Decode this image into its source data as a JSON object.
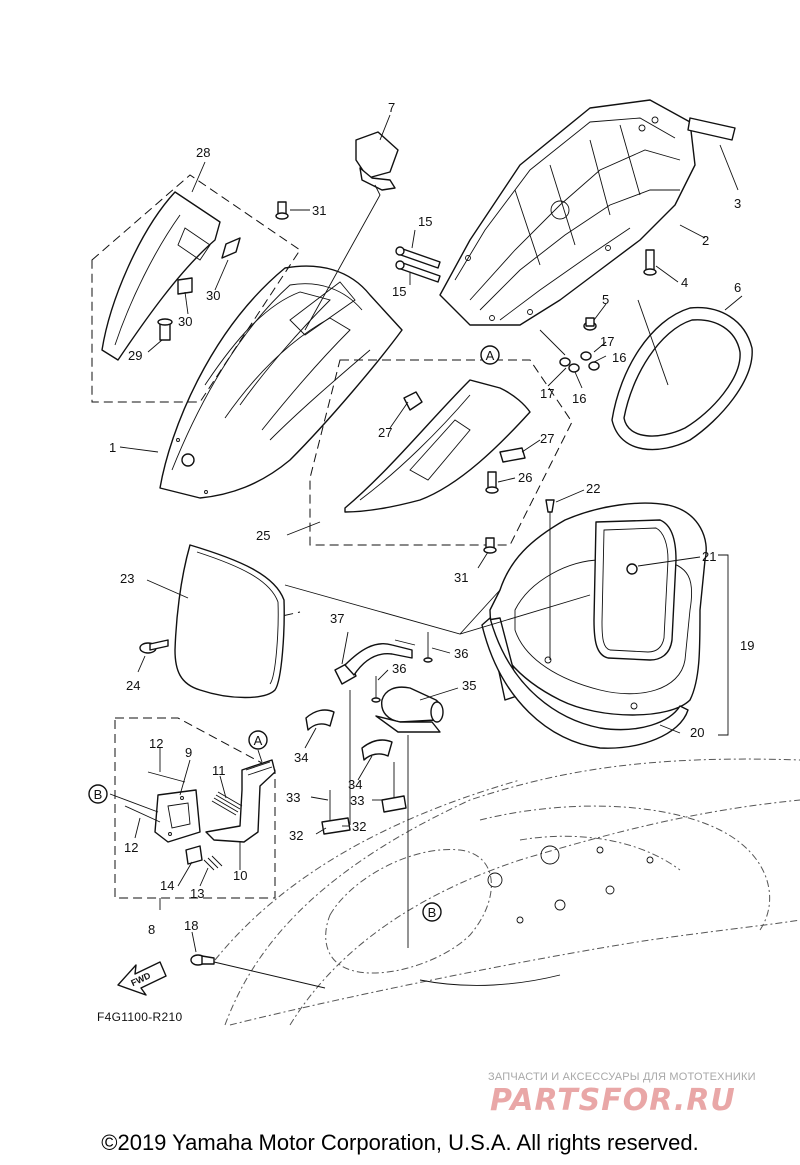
{
  "callouts": {
    "c1": "1",
    "c2": "2",
    "c3": "3",
    "c4": "4",
    "c5": "5",
    "c6": "6",
    "c7": "7",
    "c8": "8",
    "c9": "9",
    "c10": "10",
    "c11": "11",
    "c12a": "12",
    "c12b": "12",
    "c13": "13",
    "c14": "14",
    "c15a": "15",
    "c15b": "15",
    "c16a": "16",
    "c16b": "16",
    "c17a": "17",
    "c17b": "17",
    "c18": "18",
    "c19": "19",
    "c20": "20",
    "c21": "21",
    "c22": "22",
    "c23": "23",
    "c24": "24",
    "c25": "25",
    "c26": "26",
    "c27a": "27",
    "c27b": "27",
    "c28": "28",
    "c29": "29",
    "c30a": "30",
    "c30b": "30",
    "c31a": "31",
    "c31b": "31",
    "c32a": "32",
    "c32b": "32",
    "c33a": "33",
    "c33b": "33",
    "c34a": "34",
    "c34b": "34",
    "c35": "35",
    "c36a": "36",
    "c36b": "36",
    "c37": "37"
  },
  "refs": {
    "a1": "A",
    "a2": "A",
    "b1": "B",
    "b2": "B"
  },
  "fwd_label": "FWD",
  "diagram_code": "F4G1100-R210",
  "watermark": {
    "subtitle": "ЗАПЧАСТИ И АКСЕССУАРЫ ДЛЯ МОТОТЕХНИКИ",
    "logo": "PARTSFOR.RU"
  },
  "copyright": "©2019 Yamaha Motor Corporation, U.S.A. All rights reserved."
}
